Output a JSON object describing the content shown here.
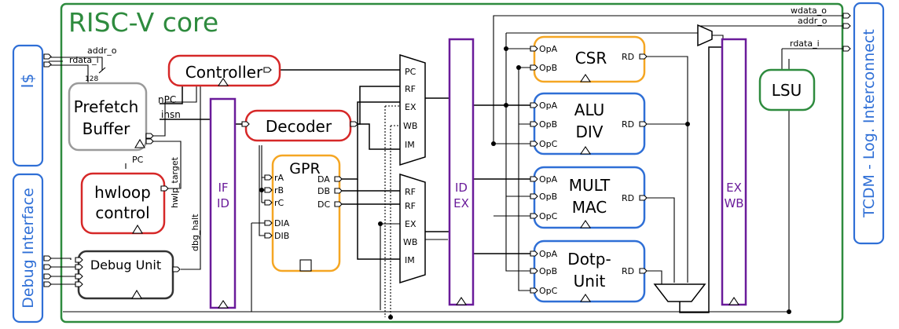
{
  "colors": {
    "core_border": "#2e8b3e",
    "red": "#d62828",
    "orange": "#f5a623",
    "blue": "#2f6fd6",
    "purple": "#6a1b9a",
    "gray": "#9a9a9a",
    "green": "#2e8b3e",
    "dark": "#333333"
  },
  "core_title": "RISC-V core",
  "side": {
    "icache": "I$",
    "debug_interface": "Debug Interface",
    "tcdm": "TCDM - Log. Interconnect"
  },
  "blocks": {
    "controller": "Controller",
    "prefetch_line1": "Prefetch",
    "prefetch_line2": "Buffer",
    "decoder": "Decoder",
    "hwloop_line1": "hwloop",
    "hwloop_line2": "control",
    "debug_unit": "Debug Unit",
    "gpr": "GPR",
    "csr": "CSR",
    "alu_line1": "ALU",
    "alu_line2": "DIV",
    "mult_line1": "MULT",
    "mult_line2": "MAC",
    "dotp_line1": "Dotp-",
    "dotp_line2": "Unit",
    "lsu": "LSU"
  },
  "pipeline": {
    "if_id_line1": "IF",
    "if_id_line2": "ID",
    "id_ex_line1": "ID",
    "id_ex_line2": "EX",
    "ex_wb_line1": "EX",
    "ex_wb_line2": "WB"
  },
  "signals": {
    "addr_o": "addr_o",
    "rdata_i": "rdata_i",
    "width_128": "128",
    "npc": "nPC",
    "insn": "insn",
    "pc": "PC",
    "hwlp_target": "hwlp_target",
    "dbg_halt": "dbg_halt",
    "wdata_o": "wdata_o",
    "addr_o_right": "addr_o",
    "rdata_i_right": "rdata_i"
  },
  "ports": {
    "mux_top": [
      "PC",
      "RF",
      "EX",
      "WB",
      "IM"
    ],
    "mux_bottom": [
      "RF",
      "RF",
      "EX",
      "WB",
      "IM"
    ],
    "gpr_in": [
      "rA",
      "rB",
      "rC",
      "DIA",
      "DIB"
    ],
    "gpr_out": [
      "DA",
      "DB",
      "DC"
    ],
    "csr_in": [
      "OpA",
      "OpB"
    ],
    "unit_in": [
      "OpA",
      "OpB",
      "OpC"
    ],
    "rd": "RD"
  }
}
